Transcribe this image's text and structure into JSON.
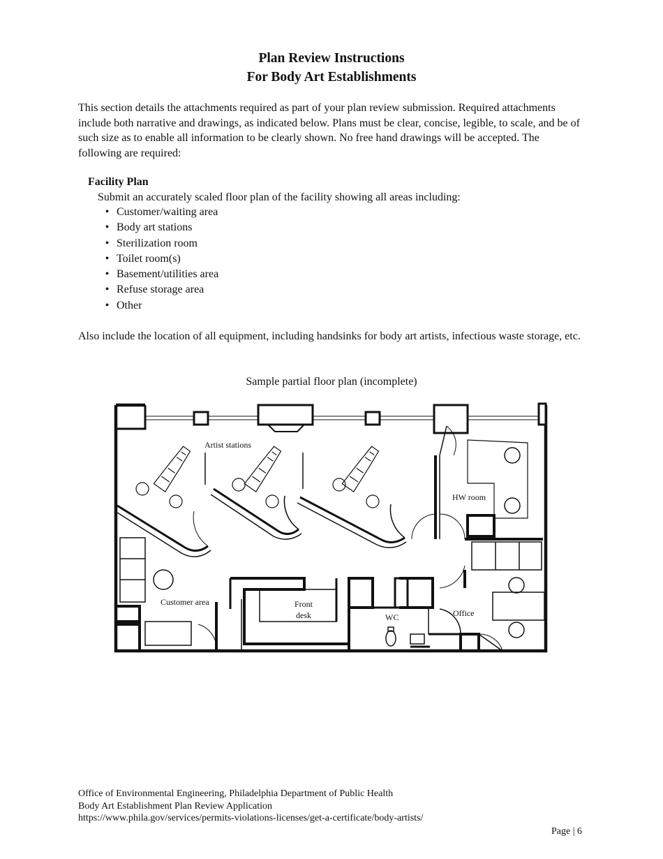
{
  "title": {
    "line1": "Plan Review Instructions",
    "line2": "For Body Art Establishments"
  },
  "intro": "This section details the attachments required as part of your plan review submission.  Required attachments include both narrative and drawings, as indicated below.  Plans must be clear, concise, legible, to scale, and be of such size as to enable all information to be clearly shown.   No free hand drawings will be accepted. The following are required:",
  "facility_plan": {
    "heading": "Facility Plan",
    "text": "Submit an accurately scaled floor plan of the facility showing all areas including:",
    "items": [
      "Customer/waiting area",
      "Body art stations",
      "Sterilization room",
      "Toilet room(s)",
      "Basement/utilities area",
      "Refuse storage area",
      "Other"
    ]
  },
  "also_include": "Also include the location of all equipment, including handsinks for body art artists, infectious waste storage, etc.",
  "figure": {
    "caption": "Sample partial floor plan (incomplete)",
    "labels": {
      "artist_stations": "Artist stations",
      "hw_room": "HW room",
      "customer_area": "Customer area",
      "front_desk_line1": "Front",
      "front_desk_line2": "desk",
      "wc": "WC",
      "office": "Office"
    }
  },
  "footer": {
    "line1": "Office of Environmental Engineering, Philadelphia Department of Public Health",
    "line2": "Body Art Establishment Plan Review Application",
    "line3": "https://www.phila.gov/services/permits-violations-licenses/get-a-certificate/body-artists/"
  },
  "page_number": "Page | 6"
}
